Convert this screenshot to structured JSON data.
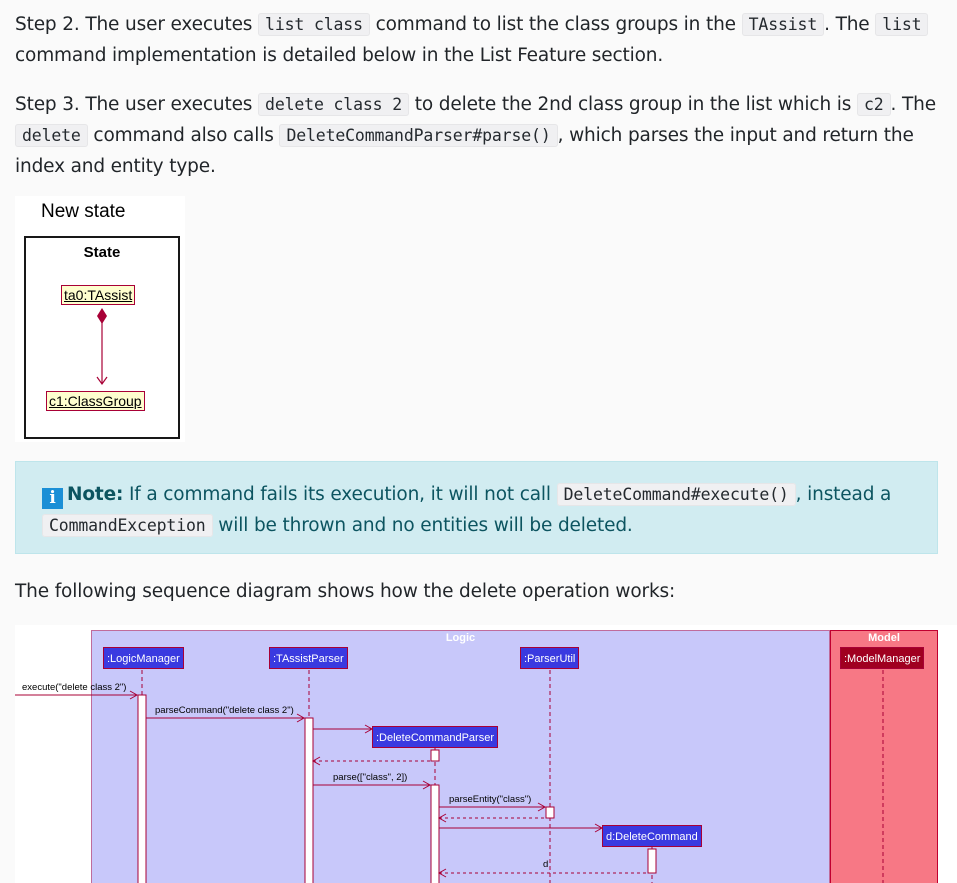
{
  "step2": {
    "prefix": "Step 2. The user executes ",
    "code1": "list class",
    "mid": " command to list the class groups in the ",
    "code2": "TAssist",
    "mid2": ". The ",
    "code3": "list",
    "suffix": " command implementation is detailed below in the List Feature section."
  },
  "step3": {
    "prefix": "Step 3. The user executes ",
    "code1": "delete class 2",
    "mid": " to delete the 2nd class group in the list which is ",
    "code2": "c2",
    "mid2": ". The ",
    "code3": "delete",
    "mid3": " command also calls ",
    "code4": "DeleteCommandParser#parse()",
    "suffix": ", which parses the input and return the index and entity type."
  },
  "state_diagram": {
    "title": "New state",
    "box_label": "State",
    "obj1": "ta0:TAssist",
    "obj2": "c1:ClassGroup"
  },
  "note": {
    "icon": "i",
    "label": "Note:",
    "prefix": " If a command fails its execution, it will not call ",
    "code1": "DeleteCommand#execute()",
    "mid": ", instead a ",
    "code2": "CommandException",
    "suffix": " will be thrown and no entities will be deleted."
  },
  "seq_intro": "The following sequence diagram shows how the delete operation works:",
  "sequence": {
    "logic_title": "Logic",
    "model_title": "Model",
    "participants": {
      "logic_manager": ":LogicManager",
      "tassist_parser": ":TAssistParser",
      "parser_util": ":ParserUtil",
      "model_manager": ":ModelManager",
      "delete_command_parser": ":DeleteCommandParser",
      "delete_command": "d:DeleteCommand"
    },
    "messages": {
      "m1": "execute(\"delete class 2\")",
      "m2": "parseCommand(\"delete class 2\")",
      "m3": "parse([\"class\", 2])",
      "m4": "parseEntity(\"class\")",
      "m5": "d"
    },
    "colors": {
      "logic_bg": "#c8c8fa",
      "model_bg": "#f77885",
      "arrow": "#a80036"
    }
  }
}
